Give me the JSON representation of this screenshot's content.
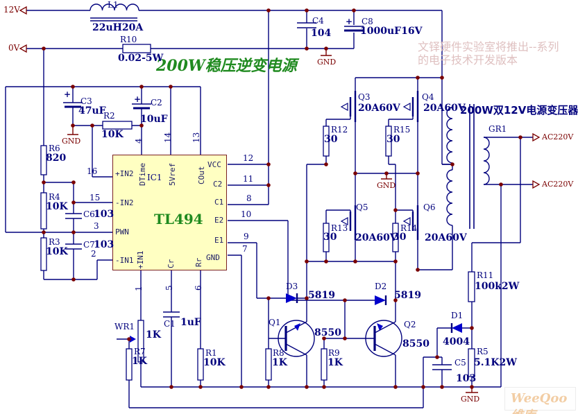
{
  "title": "200W稳压逆变电源",
  "transformer_title": "200W双12V电源变压器",
  "watermark": {
    "line1": "文铎硬件实验室将推出--系列",
    "line2": "的电子技术开发版本",
    "brand": "WeeQoo维库"
  },
  "ports": {
    "v12": "12V",
    "v0": "0V",
    "ac1": "AC220V",
    "ac2": "AC220V"
  },
  "gnd_label": "GND",
  "plus": "+",
  "ic": {
    "ref": "IC1",
    "part": "TL494",
    "left_names": [
      "+IN2",
      "-IN2",
      "PWN",
      "-IN1"
    ],
    "left_nums": [
      "16",
      "15",
      "3",
      "2"
    ],
    "right_names": [
      "VCC",
      "C2",
      "C1",
      "E2",
      "E1",
      "GND"
    ],
    "right_nums": [
      "12",
      "11",
      "8",
      "10",
      "9",
      "7"
    ],
    "top_names": [
      "DTime",
      "5Vref",
      "COut"
    ],
    "top_nums": [
      "4",
      "14",
      "13"
    ],
    "bottom_names": [
      "+IN1",
      "Cr",
      "Rr"
    ],
    "bottom_nums": [
      "1",
      "5",
      "6"
    ]
  },
  "transformer": {
    "ref": "GR1"
  },
  "components": {
    "L1": {
      "ref": "L1",
      "val": "22uH20A"
    },
    "R10": {
      "ref": "R10",
      "val": "0.02-5W"
    },
    "C4": {
      "ref": "C4",
      "val": "104"
    },
    "C8": {
      "ref": "C8",
      "val": "1000uF16V"
    },
    "C3": {
      "ref": "C3",
      "val": "47uF"
    },
    "C2": {
      "ref": "C2",
      "val": "10uF"
    },
    "R2": {
      "ref": "R2",
      "val": "10K"
    },
    "R6": {
      "ref": "R6",
      "val": "820"
    },
    "R4": {
      "ref": "R4",
      "val": "10K"
    },
    "R3": {
      "ref": "R3",
      "val": "10K"
    },
    "C6": {
      "ref": "C6",
      "val": "103"
    },
    "C7": {
      "ref": "C7",
      "val": "103"
    },
    "WR1": {
      "ref": "WR1",
      "val": "1K"
    },
    "R7": {
      "ref": "R7",
      "val": "1K"
    },
    "C1": {
      "ref": "C1",
      "val": "1uF"
    },
    "R1": {
      "ref": "R1",
      "val": "10K"
    },
    "R8": {
      "ref": "R8",
      "val": "1K"
    },
    "R9": {
      "ref": "R9",
      "val": "1K"
    },
    "D3": {
      "ref": "D3",
      "val": "5819"
    },
    "D2": {
      "ref": "D2",
      "val": "5819"
    },
    "Q1": {
      "ref": "Q1",
      "val": "8550"
    },
    "Q2": {
      "ref": "Q2",
      "val": "8550"
    },
    "Q3": {
      "ref": "Q3",
      "val": "20A60V"
    },
    "Q4": {
      "ref": "Q4",
      "val": "20A60V"
    },
    "Q5": {
      "ref": "Q5",
      "val": "20A60V"
    },
    "Q6": {
      "ref": "Q6",
      "val": "20A60V"
    },
    "R12": {
      "ref": "R12",
      "val": "30"
    },
    "R15": {
      "ref": "R15",
      "val": "30"
    },
    "R13": {
      "ref": "R13",
      "val": "30"
    },
    "R14": {
      "ref": "R14",
      "val": "30"
    },
    "R11": {
      "ref": "R11",
      "val": "100k2W"
    },
    "D1": {
      "ref": "D1",
      "val": "4004"
    },
    "R5": {
      "ref": "R5",
      "val": "5.1K2W"
    },
    "C5": {
      "ref": "C5",
      "val": "103"
    }
  }
}
